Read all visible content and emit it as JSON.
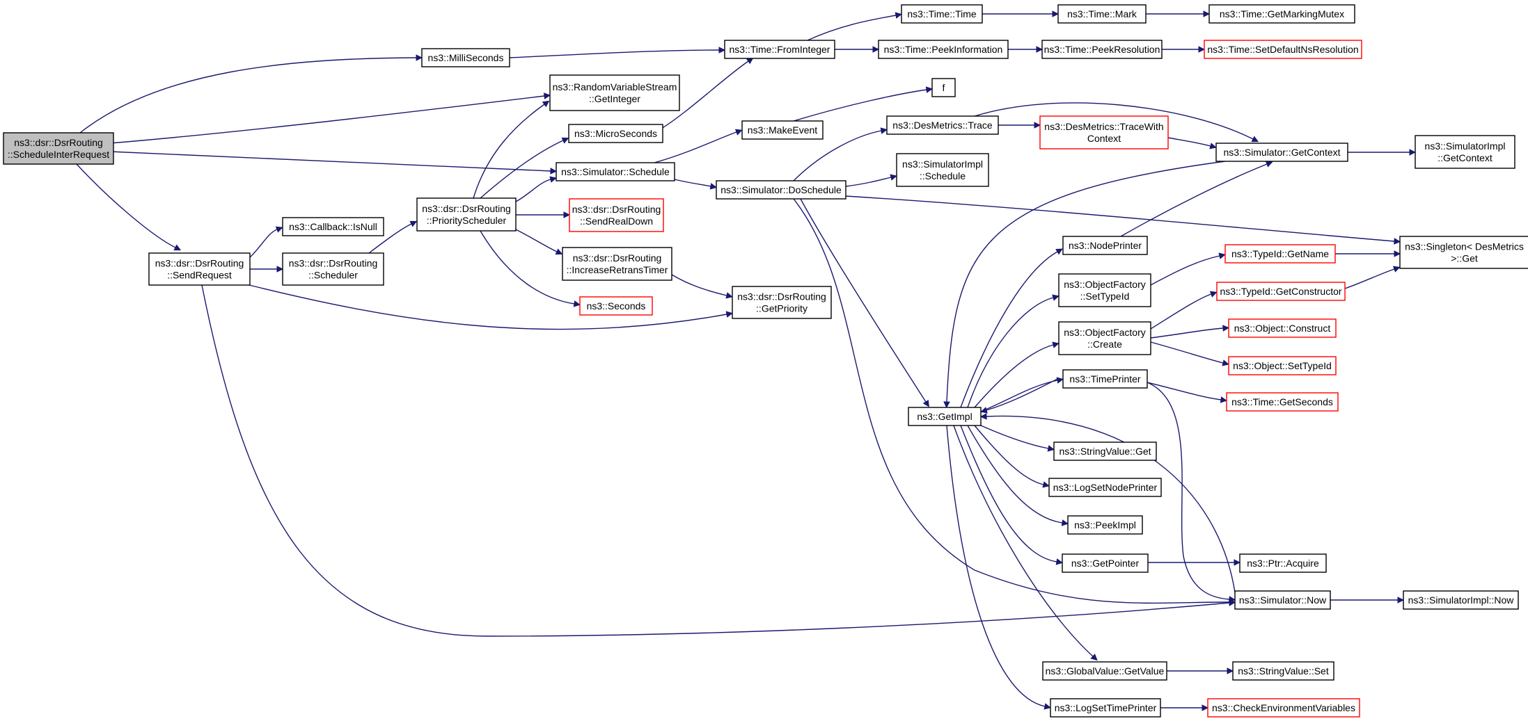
{
  "nodes": [
    {
      "id": "root",
      "lines": [
        "ns3::dsr::DsrRouting",
        "::ScheduleInterRequest"
      ],
      "style": "root"
    },
    {
      "id": "milliseconds",
      "lines": [
        "ns3::MilliSeconds"
      ],
      "style": "normal"
    },
    {
      "id": "rvs_getinteger",
      "lines": [
        "ns3::RandomVariableStream",
        "::GetInteger"
      ],
      "style": "normal"
    },
    {
      "id": "microseconds",
      "lines": [
        "ns3::MicroSeconds"
      ],
      "style": "normal"
    },
    {
      "id": "sim_schedule",
      "lines": [
        "ns3::Simulator::Schedule"
      ],
      "style": "normal"
    },
    {
      "id": "sendrequest",
      "lines": [
        "ns3::dsr::DsrRouting",
        "::SendRequest"
      ],
      "style": "normal"
    },
    {
      "id": "callback_isnull",
      "lines": [
        "ns3::Callback::IsNull"
      ],
      "style": "normal"
    },
    {
      "id": "scheduler",
      "lines": [
        "ns3::dsr::DsrRouting",
        "::Scheduler"
      ],
      "style": "normal"
    },
    {
      "id": "priorityscheduler",
      "lines": [
        "ns3::dsr::DsrRouting",
        "::PriorityScheduler"
      ],
      "style": "normal"
    },
    {
      "id": "sendrealdown",
      "lines": [
        "ns3::dsr::DsrRouting",
        "::SendRealDown"
      ],
      "style": "red"
    },
    {
      "id": "increaseretrans",
      "lines": [
        "ns3::dsr::DsrRouting",
        "::IncreaseRetransTimer"
      ],
      "style": "normal"
    },
    {
      "id": "seconds",
      "lines": [
        "ns3::Seconds"
      ],
      "style": "red"
    },
    {
      "id": "getpriority",
      "lines": [
        "ns3::dsr::DsrRouting",
        "::GetPriority"
      ],
      "style": "normal"
    },
    {
      "id": "time_frominteger",
      "lines": [
        "ns3::Time::FromInteger"
      ],
      "style": "normal"
    },
    {
      "id": "makeevent",
      "lines": [
        "ns3::MakeEvent"
      ],
      "style": "normal"
    },
    {
      "id": "doschedule",
      "lines": [
        "ns3::Simulator::DoSchedule"
      ],
      "style": "normal"
    },
    {
      "id": "time_time",
      "lines": [
        "ns3::Time::Time"
      ],
      "style": "normal"
    },
    {
      "id": "time_mark",
      "lines": [
        "ns3::Time::Mark"
      ],
      "style": "normal"
    },
    {
      "id": "getmarkingmutex",
      "lines": [
        "ns3::Time::GetMarkingMutex"
      ],
      "style": "normal"
    },
    {
      "id": "peekinformation",
      "lines": [
        "ns3::Time::PeekInformation"
      ],
      "style": "normal"
    },
    {
      "id": "peekresolution",
      "lines": [
        "ns3::Time::PeekResolution"
      ],
      "style": "normal"
    },
    {
      "id": "setdefaultns",
      "lines": [
        "ns3::Time::SetDefaultNsResolution"
      ],
      "style": "red"
    },
    {
      "id": "f",
      "lines": [
        "f"
      ],
      "style": "normal"
    },
    {
      "id": "desmetrics_trace",
      "lines": [
        "ns3::DesMetrics::Trace"
      ],
      "style": "normal"
    },
    {
      "id": "tracewithcontext",
      "lines": [
        "ns3::DesMetrics::TraceWith",
        "Context"
      ],
      "style": "red"
    },
    {
      "id": "simimpl_schedule",
      "lines": [
        "ns3::SimulatorImpl",
        "::Schedule"
      ],
      "style": "normal"
    },
    {
      "id": "sim_getcontext",
      "lines": [
        "ns3::Simulator::GetContext"
      ],
      "style": "normal"
    },
    {
      "id": "simimpl_getcontext",
      "lines": [
        "ns3::SimulatorImpl",
        "::GetContext"
      ],
      "style": "normal"
    },
    {
      "id": "singleton_get",
      "lines": [
        "ns3::Singleton< DesMetrics",
        ">::Get"
      ],
      "style": "normal"
    },
    {
      "id": "nodeprinter",
      "lines": [
        "ns3::NodePrinter"
      ],
      "style": "normal"
    },
    {
      "id": "of_settypeid",
      "lines": [
        "ns3::ObjectFactory",
        "::SetTypeId"
      ],
      "style": "normal"
    },
    {
      "id": "typeid_getname",
      "lines": [
        "ns3::TypeId::GetName"
      ],
      "style": "red"
    },
    {
      "id": "typeid_getconstructor",
      "lines": [
        "ns3::TypeId::GetConstructor"
      ],
      "style": "red"
    },
    {
      "id": "of_create",
      "lines": [
        "ns3::ObjectFactory",
        "::Create"
      ],
      "style": "normal"
    },
    {
      "id": "object_construct",
      "lines": [
        "ns3::Object::Construct"
      ],
      "style": "red"
    },
    {
      "id": "object_settypeid",
      "lines": [
        "ns3::Object::SetTypeId"
      ],
      "style": "red"
    },
    {
      "id": "timeprinter",
      "lines": [
        "ns3::TimePrinter"
      ],
      "style": "normal"
    },
    {
      "id": "time_getseconds",
      "lines": [
        "ns3::Time::GetSeconds"
      ],
      "style": "red"
    },
    {
      "id": "getimpl",
      "lines": [
        "ns3::GetImpl"
      ],
      "style": "normal"
    },
    {
      "id": "stringvalue_get",
      "lines": [
        "ns3::StringValue::Get"
      ],
      "style": "normal"
    },
    {
      "id": "logsetnodeprinter",
      "lines": [
        "ns3::LogSetNodePrinter"
      ],
      "style": "normal"
    },
    {
      "id": "peekimpl",
      "lines": [
        "ns3::PeekImpl"
      ],
      "style": "normal"
    },
    {
      "id": "getpointer",
      "lines": [
        "ns3::GetPointer"
      ],
      "style": "normal"
    },
    {
      "id": "ptr_acquire",
      "lines": [
        "ns3::Ptr::Acquire"
      ],
      "style": "normal"
    },
    {
      "id": "sim_now",
      "lines": [
        "ns3::Simulator::Now"
      ],
      "style": "normal"
    },
    {
      "id": "simimpl_now",
      "lines": [
        "ns3::SimulatorImpl::Now"
      ],
      "style": "normal"
    },
    {
      "id": "globalvalue_getvalue",
      "lines": [
        "ns3::GlobalValue::GetValue"
      ],
      "style": "normal"
    },
    {
      "id": "stringvalue_set",
      "lines": [
        "ns3::StringValue::Set"
      ],
      "style": "normal"
    },
    {
      "id": "logsettimeprinter",
      "lines": [
        "ns3::LogSetTimePrinter"
      ],
      "style": "normal"
    },
    {
      "id": "checkenv",
      "lines": [
        "ns3::CheckEnvironmentVariables"
      ],
      "style": "red"
    }
  ],
  "edges": [
    [
      "root",
      "milliseconds"
    ],
    [
      "root",
      "rvs_getinteger"
    ],
    [
      "root",
      "sim_schedule"
    ],
    [
      "root",
      "sendrequest"
    ],
    [
      "milliseconds",
      "time_frominteger"
    ],
    [
      "microseconds",
      "time_frominteger"
    ],
    [
      "sendrequest",
      "callback_isnull"
    ],
    [
      "sendrequest",
      "scheduler"
    ],
    [
      "sendrequest",
      "getpriority"
    ],
    [
      "sendrequest",
      "sim_now"
    ],
    [
      "scheduler",
      "priorityscheduler"
    ],
    [
      "priorityscheduler",
      "rvs_getinteger"
    ],
    [
      "priorityscheduler",
      "microseconds"
    ],
    [
      "priorityscheduler",
      "sim_schedule"
    ],
    [
      "priorityscheduler",
      "sendrealdown"
    ],
    [
      "priorityscheduler",
      "increaseretrans"
    ],
    [
      "priorityscheduler",
      "seconds"
    ],
    [
      "increaseretrans",
      "getpriority"
    ],
    [
      "sim_schedule",
      "makeevent"
    ],
    [
      "sim_schedule",
      "doschedule"
    ],
    [
      "makeevent",
      "f"
    ],
    [
      "time_frominteger",
      "time_time"
    ],
    [
      "time_frominteger",
      "peekinformation"
    ],
    [
      "time_time",
      "time_mark"
    ],
    [
      "time_mark",
      "getmarkingmutex"
    ],
    [
      "peekinformation",
      "peekresolution"
    ],
    [
      "peekresolution",
      "setdefaultns"
    ],
    [
      "doschedule",
      "desmetrics_trace"
    ],
    [
      "doschedule",
      "simimpl_schedule"
    ],
    [
      "doschedule",
      "singleton_get"
    ],
    [
      "doschedule",
      "getimpl"
    ],
    [
      "doschedule",
      "sim_now"
    ],
    [
      "desmetrics_trace",
      "tracewithcontext"
    ],
    [
      "desmetrics_trace",
      "sim_getcontext"
    ],
    [
      "tracewithcontext",
      "sim_getcontext"
    ],
    [
      "sim_getcontext",
      "simimpl_getcontext"
    ],
    [
      "sim_getcontext",
      "getimpl"
    ],
    [
      "nodeprinter",
      "sim_getcontext"
    ],
    [
      "of_settypeid",
      "typeid_getname"
    ],
    [
      "typeid_getname",
      "singleton_get"
    ],
    [
      "typeid_getconstructor",
      "singleton_get"
    ],
    [
      "of_create",
      "typeid_getconstructor"
    ],
    [
      "of_create",
      "object_construct"
    ],
    [
      "of_create",
      "object_settypeid"
    ],
    [
      "timeprinter",
      "time_getseconds"
    ],
    [
      "timeprinter",
      "getimpl"
    ],
    [
      "timeprinter",
      "sim_now"
    ],
    [
      "getimpl",
      "nodeprinter"
    ],
    [
      "getimpl",
      "of_settypeid"
    ],
    [
      "getimpl",
      "of_create"
    ],
    [
      "getimpl",
      "timeprinter"
    ],
    [
      "getimpl",
      "stringvalue_get"
    ],
    [
      "getimpl",
      "logsetnodeprinter"
    ],
    [
      "getimpl",
      "peekimpl"
    ],
    [
      "getimpl",
      "getpointer"
    ],
    [
      "getimpl",
      "globalvalue_getvalue"
    ],
    [
      "getimpl",
      "logsettimeprinter"
    ],
    [
      "getpointer",
      "ptr_acquire"
    ],
    [
      "sim_now",
      "simimpl_now"
    ],
    [
      "sim_now",
      "getimpl"
    ],
    [
      "globalvalue_getvalue",
      "stringvalue_set"
    ],
    [
      "logsettimeprinter",
      "checkenv"
    ]
  ]
}
